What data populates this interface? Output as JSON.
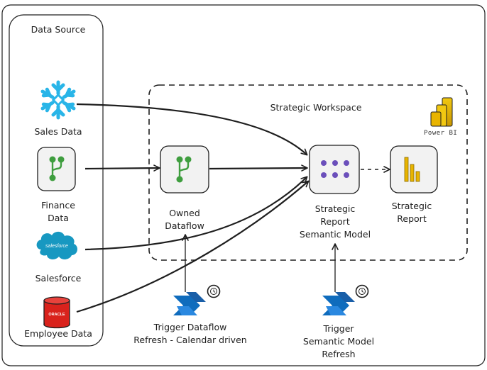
{
  "data_source": {
    "title": "Data Source"
  },
  "workspace": {
    "title": "Strategic Workspace",
    "brand": "Power BI"
  },
  "nodes": {
    "sales": "Sales Data",
    "finance": [
      "Finance",
      "Data"
    ],
    "salesforce": "Salesforce",
    "salesforce_logo": "salesforce",
    "employee": "Employee Data",
    "oracle_logo": "ORACLE",
    "dataflow": [
      "Owned",
      "Dataflow"
    ],
    "semantic_model": [
      "Strategic",
      "Report",
      "Semantic Model"
    ],
    "report": [
      "Strategic",
      "Report"
    ]
  },
  "triggers": {
    "dataflow": [
      "Trigger Dataflow",
      "Refresh - Calendar driven"
    ],
    "semantic_model": [
      "Trigger",
      "Semantic Model",
      "Refresh"
    ]
  },
  "colors": {
    "snowflake": "#29B5E8",
    "dataflow_green": "#3F9E3F",
    "model_purple": "#6B4FBB",
    "powerbi_gold": "#E8B400",
    "salesforce_blue": "#1798C1",
    "oracle_red": "#D9221C",
    "automate_blue": "#0F6CBD"
  }
}
